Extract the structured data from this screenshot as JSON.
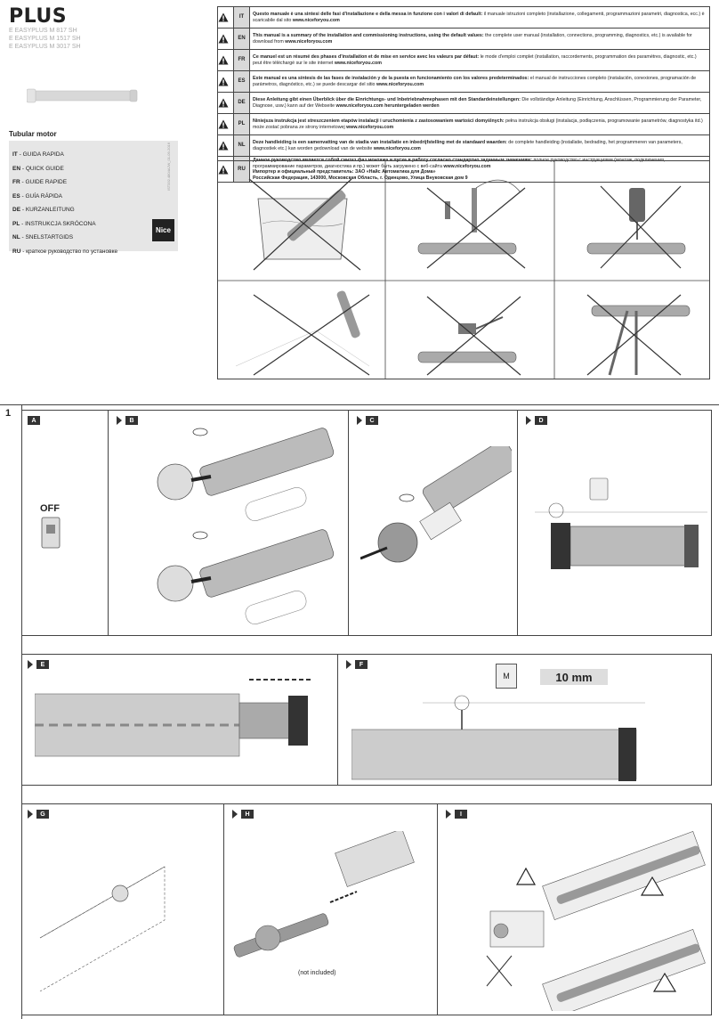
{
  "header": {
    "brand": "PLUS",
    "models": [
      "E EASYPLUS M 817 SH",
      "E EASYPLUS M 1517 SH",
      "E EASYPLUS M 3017 SH"
    ],
    "subtitle": "Tubular motor",
    "doc_code": "IST332.4804AJW_01-09-2016",
    "logo": "Nice"
  },
  "languages": [
    {
      "code": "IT",
      "text": "- GUIDA RAPIDA"
    },
    {
      "code": "EN",
      "text": "- QUICK GUIDE"
    },
    {
      "code": "FR",
      "text": "- GUIDE RAPIDE"
    },
    {
      "code": "ES",
      "text": "- GUÍA RÁPIDA"
    },
    {
      "code": "DE",
      "text": "- KURZANLEITUNG"
    },
    {
      "code": "PL",
      "text": "- INSTRUKCJA SKRÓCONA"
    },
    {
      "code": "NL",
      "text": "- SNELSTARTGIDS"
    },
    {
      "code": "RU",
      "text": "- краткое руководство по установке"
    }
  ],
  "warnings": [
    {
      "code": "IT",
      "bold": "Questo manuale è una sintesi delle fasi d'installazione e della messa in funzione con i valori di default:",
      "rest": " il manuale istruzioni completo (installazione, collegamenti, programmazioni parametri, diagnostica, ecc.) è scaricabile dal sito ",
      "site": "www.niceforyou.com"
    },
    {
      "code": "EN",
      "bold": "This manual is a summary of the installation and commissioning instructions, using the default values:",
      "rest": " the complete user manual (installation, connections, programming, diagnostics, etc.) is available for download from ",
      "site": "www.niceforyou.com"
    },
    {
      "code": "FR",
      "bold": "Ce manuel est un résumé des phases d'installation et de mise en service avec les valeurs par défaut:",
      "rest": " le mode d'emploi complet (installation, raccordements, programmation des paramètres, diagnostic, etc.) peut être téléchargé sur le site internet ",
      "site": "www.niceforyou.com"
    },
    {
      "code": "ES",
      "bold": "Este manual es una síntesis de las fases de instalación y de la puesta en funcionamiento con los valores predeterminados:",
      "rest": " el manual de instrucciones completo (instalación, conexiones, programación de parámetros, diagnóstico, etc.) se puede descargar del sitio ",
      "site": "www.niceforyou.com"
    },
    {
      "code": "DE",
      "bold": "Diese Anleitung gibt einen Überblick über die Einrichtungs- und Inbetriebnahmephasen mit den Standardeinstellungen:",
      "rest": " Die vollständige Anleitung (Einrichtung, Anschlüssen, Programmierung der Parameter, Diagnose, usw.) kann auf der Webseite ",
      "site": "www.niceforyou.com heruntergeladen werden"
    },
    {
      "code": "PL",
      "bold": "Niniejsza instrukcja jest streszczeniem etapów instalacji i uruchomienia z zastosowaniem wartości domyślnych:",
      "rest": " pełna instrukcja obsługi (instalacja, podłączenia, programowanie parametrów, diagnostyka itd.) może zostać pobrana ze strony internetowej ",
      "site": "www.niceforyou.com"
    },
    {
      "code": "NL",
      "bold": "Deze handleiding is een samenvatting van de stadia van installatie en inbedrijfstelling met de standaard waarden:",
      "rest": " de complete handleiding (installatie, bedrading, het programmeren van parameters, diagnostiek etc.) kan worden gedownload van de website ",
      "site": "www.niceforyou.com"
    },
    {
      "code": "RU",
      "bold": "Данное руководство является собой синтез фаз монтажа и пуска в работу согласно стандартно заданным значениям:",
      "rest": " полное руководство с инструкциями (монтаж, подключения, программирование параметров, диагностика и пр.) может быть загружено с веб-сайта ",
      "site": "www.niceforyou.com",
      "extra1": "Импортер и официальный представитель: ЗАО «Найс Автоматика для Дома»",
      "extra2": "Российская Федерация, 143000, Московская Область, г. Одинцово, Улица Внуковская дом 9"
    }
  ],
  "section1": {
    "number": "1",
    "steps": [
      "A",
      "B",
      "C",
      "D",
      "E",
      "F",
      "G",
      "H",
      "I"
    ],
    "off_label": "OFF",
    "measure_label": "10 mm",
    "not_included": "(not included)",
    "m_tag": "M"
  },
  "colors": {
    "dark": "#333333",
    "gray": "#d9d9d9",
    "light": "#e6e6e6"
  }
}
